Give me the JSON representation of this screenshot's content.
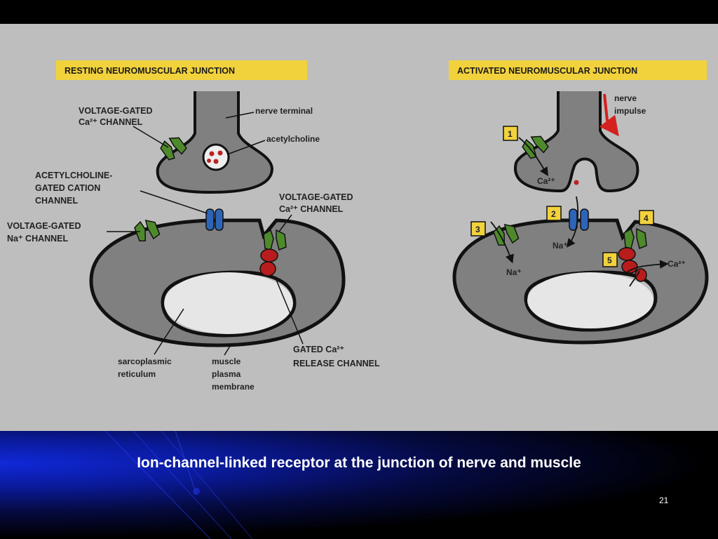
{
  "caption": "Ion-channel-linked receptor at the junction of nerve and muscle",
  "page_number": "21",
  "colors": {
    "figure_background": "#bebebe",
    "title_box": "#f2d23c",
    "membrane_fill": "#808080",
    "ca_channel_green": "#4e8a2c",
    "ach_channel_blue": "#2d64b8",
    "release_channel_red": "#b81c1c",
    "nerve_impulse_red": "#d42020"
  },
  "resting": {
    "title": "RESTING NEUROMUSCULAR JUNCTION",
    "vg_ca_channel_top": [
      "VOLTAGE-GATED",
      "Ca²⁺ CHANNEL"
    ],
    "nerve_terminal": "nerve terminal",
    "acetylcholine": "acetylcholine",
    "ach_gated_channel": [
      "ACETYLCHOLINE-",
      "GATED CATION",
      "CHANNEL"
    ],
    "vg_ca_channel_right": [
      "VOLTAGE-GATED",
      "Ca²⁺ CHANNEL"
    ],
    "vg_na_channel": [
      "VOLTAGE-GATED",
      "Na⁺ CHANNEL"
    ],
    "sarcoplasmic_reticulum": [
      "sarcoplasmic",
      "reticulum"
    ],
    "muscle_plasma_membrane": [
      "muscle",
      "plasma",
      "membrane"
    ],
    "gated_ca_release_channel": [
      "GATED Ca²⁺",
      "RELEASE CHANNEL"
    ]
  },
  "activated": {
    "title": "ACTIVATED NEUROMUSCULAR JUNCTION",
    "nerve_impulse": [
      "nerve",
      "impulse"
    ],
    "ca_ion": "Ca²⁺",
    "na_ion": "Na⁺",
    "steps": [
      "1",
      "2",
      "3",
      "4",
      "5"
    ]
  }
}
